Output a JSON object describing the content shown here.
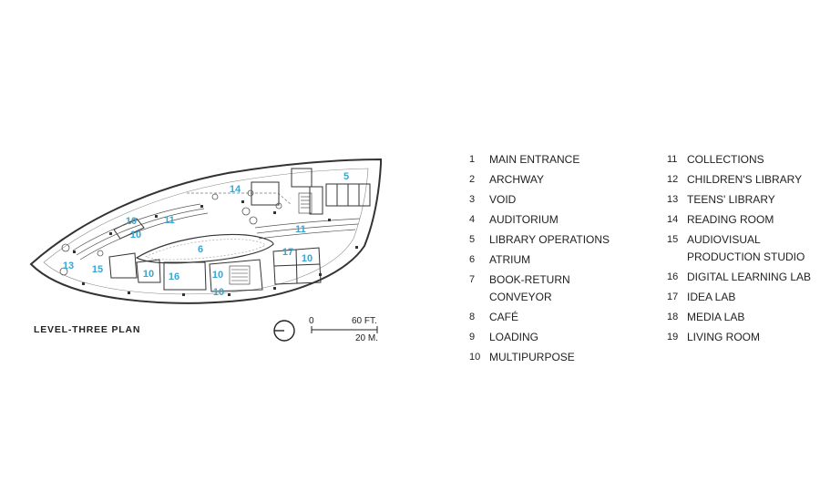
{
  "plan_title": "LEVEL-THREE PLAN",
  "accent_color": "#3aa6d0",
  "scale": {
    "zero": "0",
    "feet": "60 FT.",
    "meters": "20 M."
  },
  "room_labels": [
    "1",
    "2",
    "3",
    "4",
    "5",
    "6",
    "7",
    "8",
    "9",
    "10",
    "11",
    "12",
    "13",
    "14",
    "15",
    "16",
    "17",
    "18",
    "19"
  ],
  "plan_rooms": [
    {
      "num": "5"
    },
    {
      "num": "14"
    },
    {
      "num": "10"
    },
    {
      "num": "11"
    },
    {
      "num": "10"
    },
    {
      "num": "6"
    },
    {
      "num": "13"
    },
    {
      "num": "15"
    },
    {
      "num": "10"
    },
    {
      "num": "16"
    },
    {
      "num": "10"
    },
    {
      "num": "10"
    },
    {
      "num": "17"
    },
    {
      "num": "10"
    },
    {
      "num": "11"
    }
  ],
  "legend": {
    "col1": [
      {
        "num": "1",
        "text": "MAIN ENTRANCE"
      },
      {
        "num": "2",
        "text": "ARCHWAY"
      },
      {
        "num": "3",
        "text": "VOID"
      },
      {
        "num": "4",
        "text": "AUDITORIUM"
      },
      {
        "num": "5",
        "text": "LIBRARY OPERATIONS"
      },
      {
        "num": "6",
        "text": "ATRIUM"
      },
      {
        "num": "7",
        "text": "BOOK-RETURN CONVEYOR"
      },
      {
        "num": "8",
        "text": "CAFÉ"
      },
      {
        "num": "9",
        "text": "LOADING"
      },
      {
        "num": "10",
        "text": "MULTIPURPOSE"
      }
    ],
    "col2": [
      {
        "num": "11",
        "text": "COLLECTIONS"
      },
      {
        "num": "12",
        "text": "CHILDREN'S LIBRARY"
      },
      {
        "num": "13",
        "text": "TEENS' LIBRARY"
      },
      {
        "num": "14",
        "text": "READING ROOM"
      },
      {
        "num": "15",
        "text": "AUDIOVISUAL PRODUCTION STUDIO"
      },
      {
        "num": "16",
        "text": "DIGITAL LEARNING LAB"
      },
      {
        "num": "17",
        "text": "IDEA LAB"
      },
      {
        "num": "18",
        "text": "MEDIA LAB"
      },
      {
        "num": "19",
        "text": "LIVING ROOM"
      }
    ]
  }
}
